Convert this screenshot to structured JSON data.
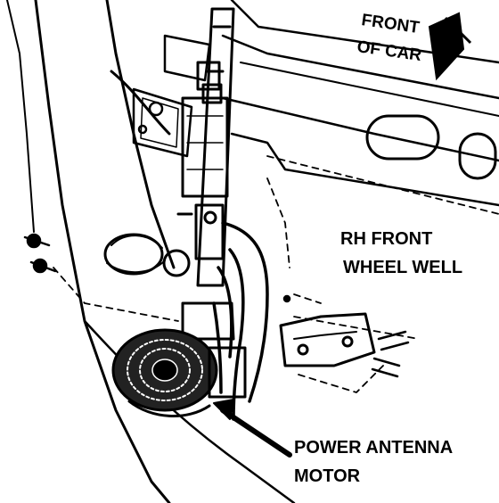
{
  "labels": {
    "front_of_car_line1": "FRONT",
    "front_of_car_line2": "OF CAR",
    "wheel_well_line1": "RH FRONT",
    "wheel_well_line2": "WHEEL WELL",
    "motor_line1": "POWER ANTENNA",
    "motor_line2": "MOTOR"
  },
  "icons": {
    "direction_arrow": "front-arrow-icon"
  },
  "colors": {
    "ink": "#000000",
    "paper": "#ffffff"
  }
}
